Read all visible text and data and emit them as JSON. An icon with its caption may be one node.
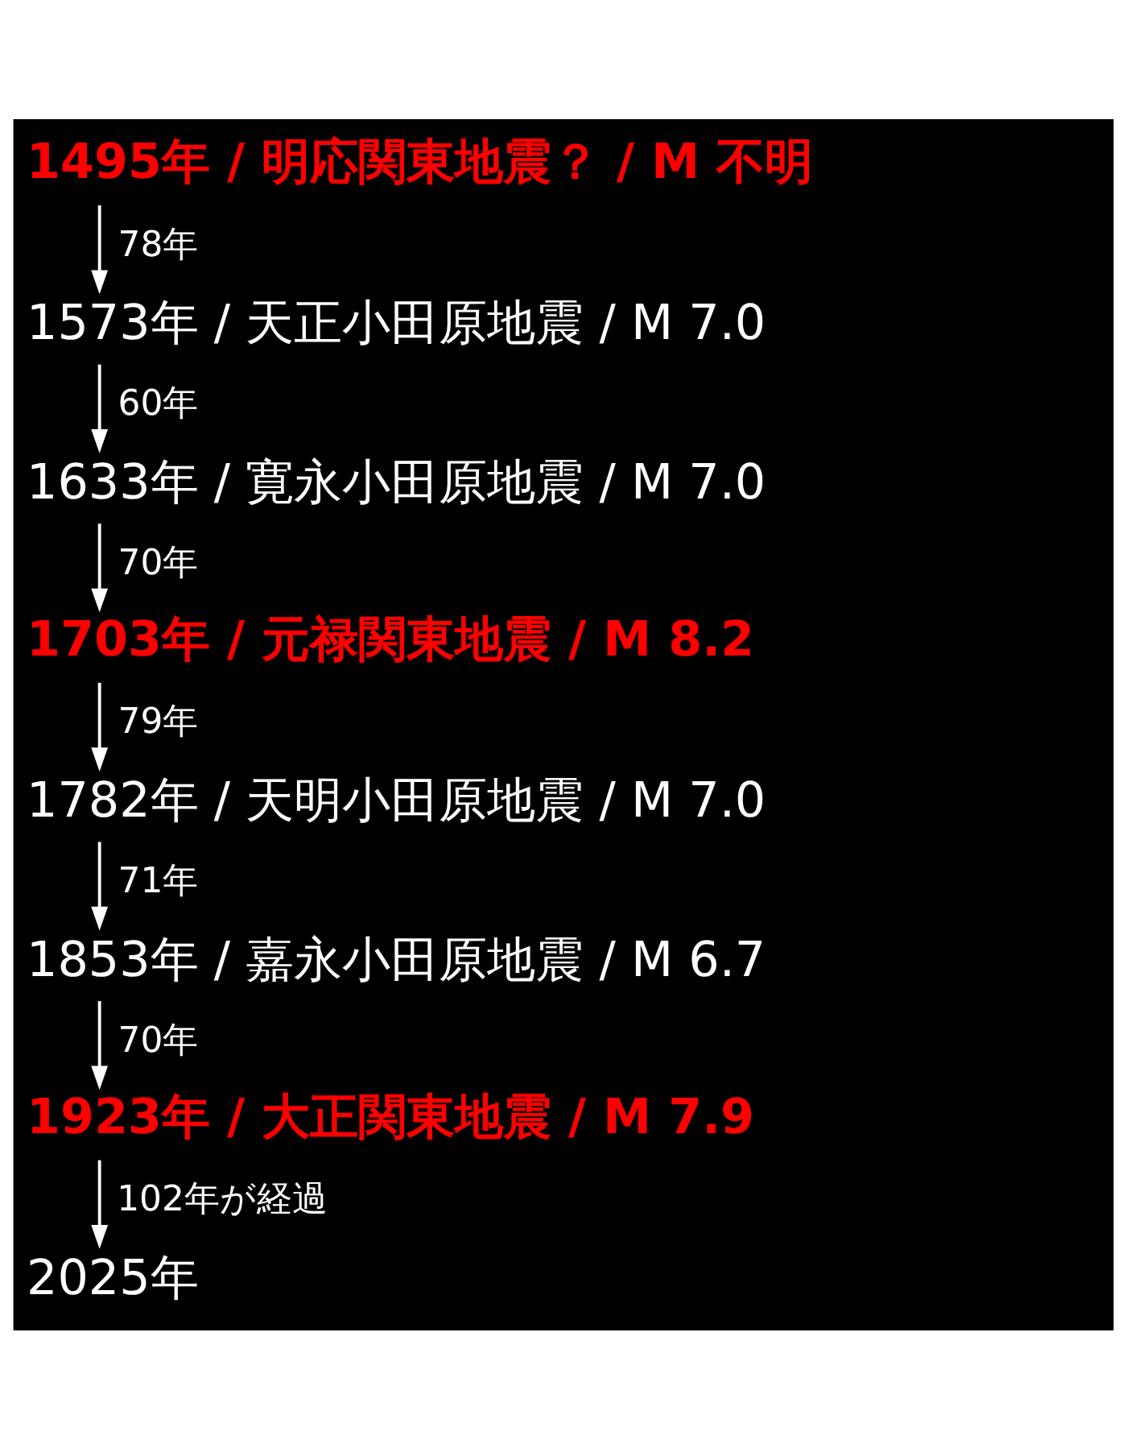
{
  "diagram": {
    "nodes": [
      {
        "text": [
          "1495年 / 明応関東地震？ / M 不明"
        ]
      },
      {
        "text": [
          "1573年 / 天正小田原地震 / M 7.0"
        ]
      },
      {
        "text": [
          "1633年 / 寛永小田原地震 / M 7.0"
        ]
      },
      {
        "text": [
          "1703年 / 元禄関東地震 / M 8.2"
        ]
      },
      {
        "text": [
          "1782年 / 天明小田原地震 / M 7.0"
        ]
      },
      {
        "text": [
          "1853年 / 嘉永小田原地震 / M 6.7"
        ]
      },
      {
        "text": [
          "1923年 / 大正関東地震 / M 7.9"
        ]
      },
      {
        "text": [
          "2025年"
        ]
      }
    ],
    "edges": [
      {
        "from": 0,
        "to": 1,
        "arrow": "to",
        "label": "78年"
      },
      {
        "from": 1,
        "to": 2,
        "arrow": "to",
        "label": "60年"
      },
      {
        "from": 2,
        "to": 3,
        "arrow": "to",
        "label": "70年"
      },
      {
        "from": 3,
        "to": 4,
        "arrow": "to",
        "label": "79年"
      },
      {
        "from": 4,
        "to": 5,
        "arrow": "to",
        "label": "71年"
      },
      {
        "from": 5,
        "to": 6,
        "arrow": "to",
        "label": "70年"
      },
      {
        "from": 6,
        "to": 7,
        "arrow": "to",
        "label": "102年が経過"
      }
    ]
  }
}
